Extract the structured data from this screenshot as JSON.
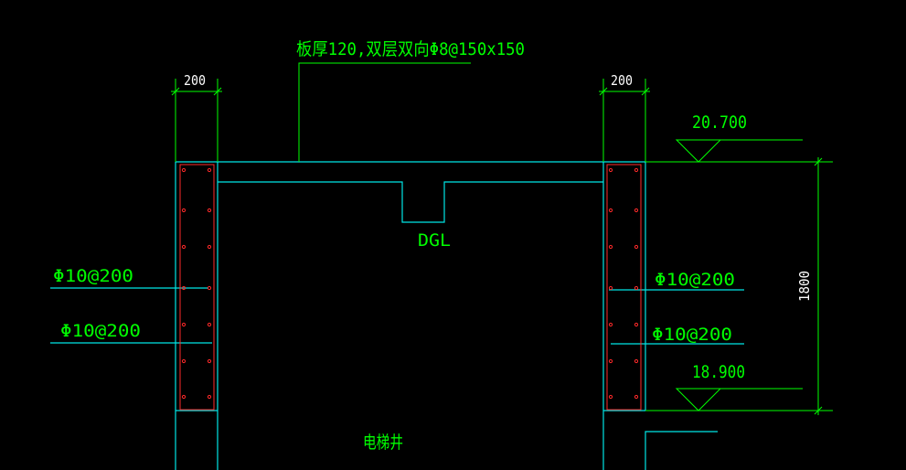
{
  "colors": {
    "background": "#000000",
    "structure": "#00e5e5",
    "dimension": "#00ff00",
    "rebar": "#ff2a2a",
    "dim_text": "#ffffff"
  },
  "annotations": {
    "slab_note": "板厚120,双层双向Φ8@150x150",
    "beam_label": "DGL",
    "shaft_label": "电梯井",
    "rebar_left_upper": "Φ10@200",
    "rebar_left_lower": "Φ10@200",
    "rebar_right_upper": "Φ10@200",
    "rebar_right_lower": "Φ10@200"
  },
  "elevations": {
    "top": "20.700",
    "bottom": "18.900"
  },
  "dimensions": {
    "left_wall_width": "200",
    "right_wall_width": "200",
    "vertical_height": "1800"
  }
}
